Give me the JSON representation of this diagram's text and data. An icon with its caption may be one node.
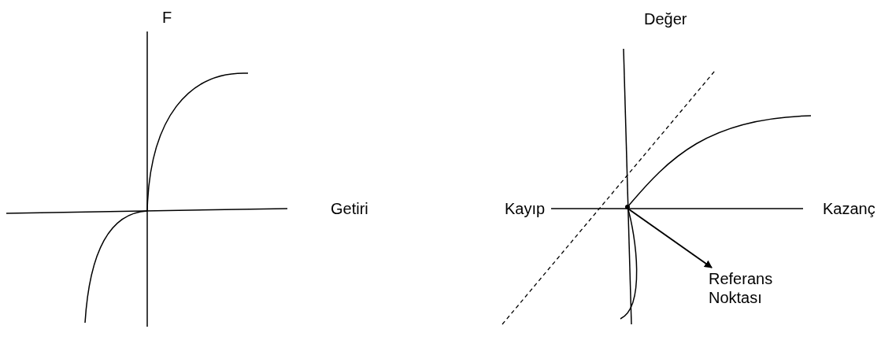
{
  "diagram": {
    "nodes": [
      {
        "text": [
          "Referans Noktası"
        ]
      },
      {
        "text": [],
        "shape": "circle"
      }
    ],
    "edges": [
      {
        "from": 1,
        "to": 0,
        "arrow": "to"
      }
    ],
    "labels": [
      "F",
      "Getiri",
      "Değer",
      "Kayıp",
      "Kazanç"
    ]
  }
}
